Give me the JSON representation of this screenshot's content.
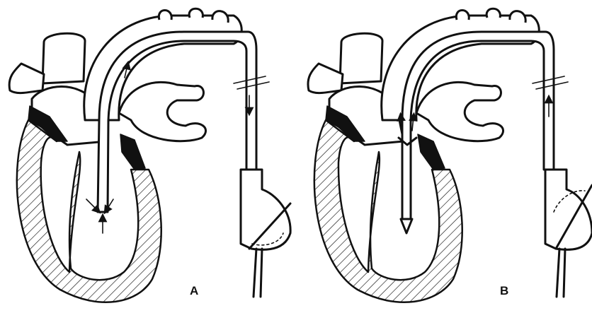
{
  "panels": [
    {
      "id": "A",
      "label": "A"
    },
    {
      "id": "B",
      "label": "B"
    }
  ]
}
